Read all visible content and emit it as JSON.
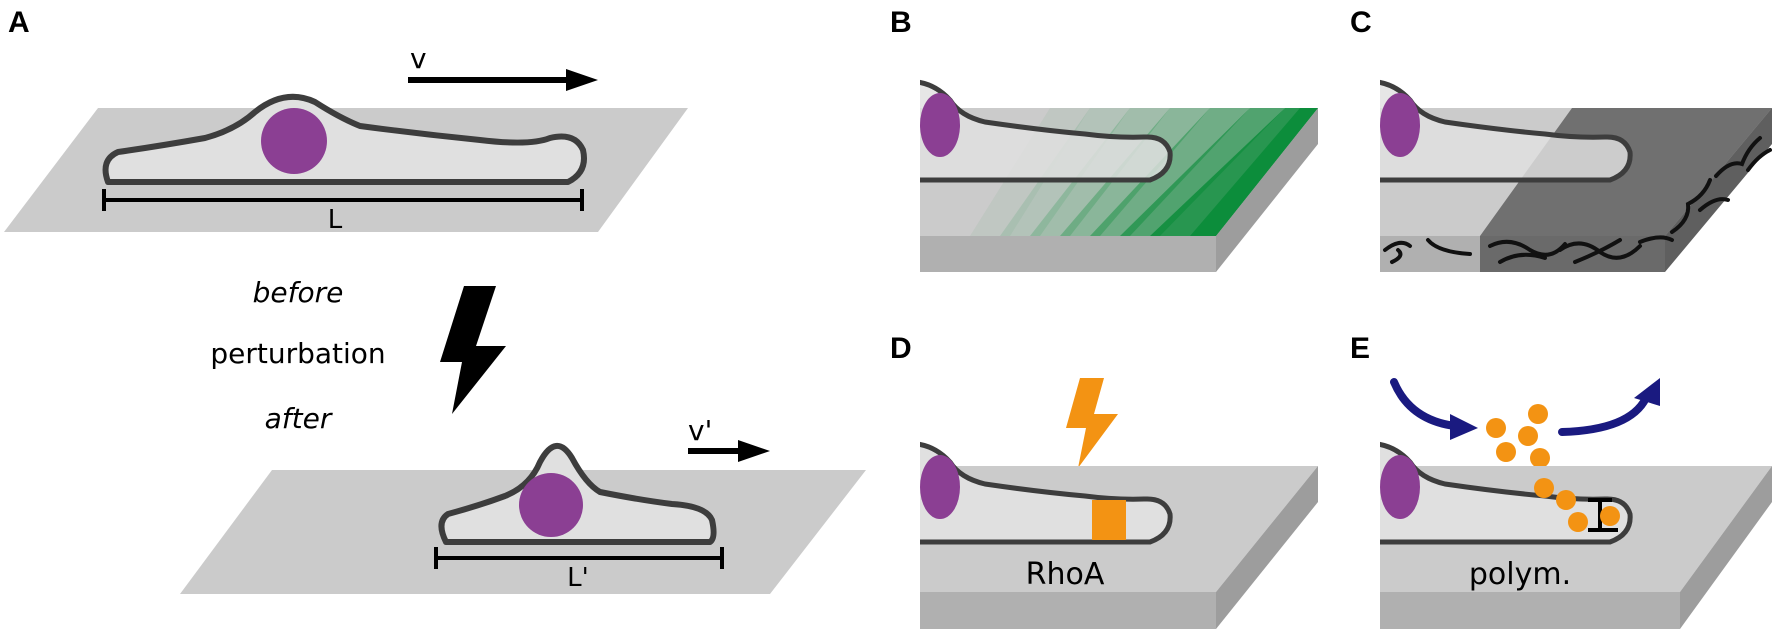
{
  "panels": {
    "A": {
      "label": "A",
      "velocity_before": "v",
      "length_before": "L",
      "text_before": "before",
      "text_perturbation": "perturbation",
      "text_after": "after",
      "velocity_after": "v'",
      "length_after": "L'"
    },
    "B": {
      "label": "B"
    },
    "C": {
      "label": "C"
    },
    "D": {
      "label": "D",
      "annotation": "RhoA"
    },
    "E": {
      "label": "E",
      "annotation": "polym."
    }
  },
  "colors": {
    "nucleus": "#8b3f93",
    "membrane": "#3d3d3d",
    "cytoplasm": "#e0e0e0",
    "substrate": "#cbcbcb",
    "gradient": "#0c8d3b",
    "stiff_substrate": "#707070",
    "rhoa_and_monomers": "#f39313",
    "flow_arrows": "#1a1a80",
    "lightning_perturbation": "#000000"
  }
}
